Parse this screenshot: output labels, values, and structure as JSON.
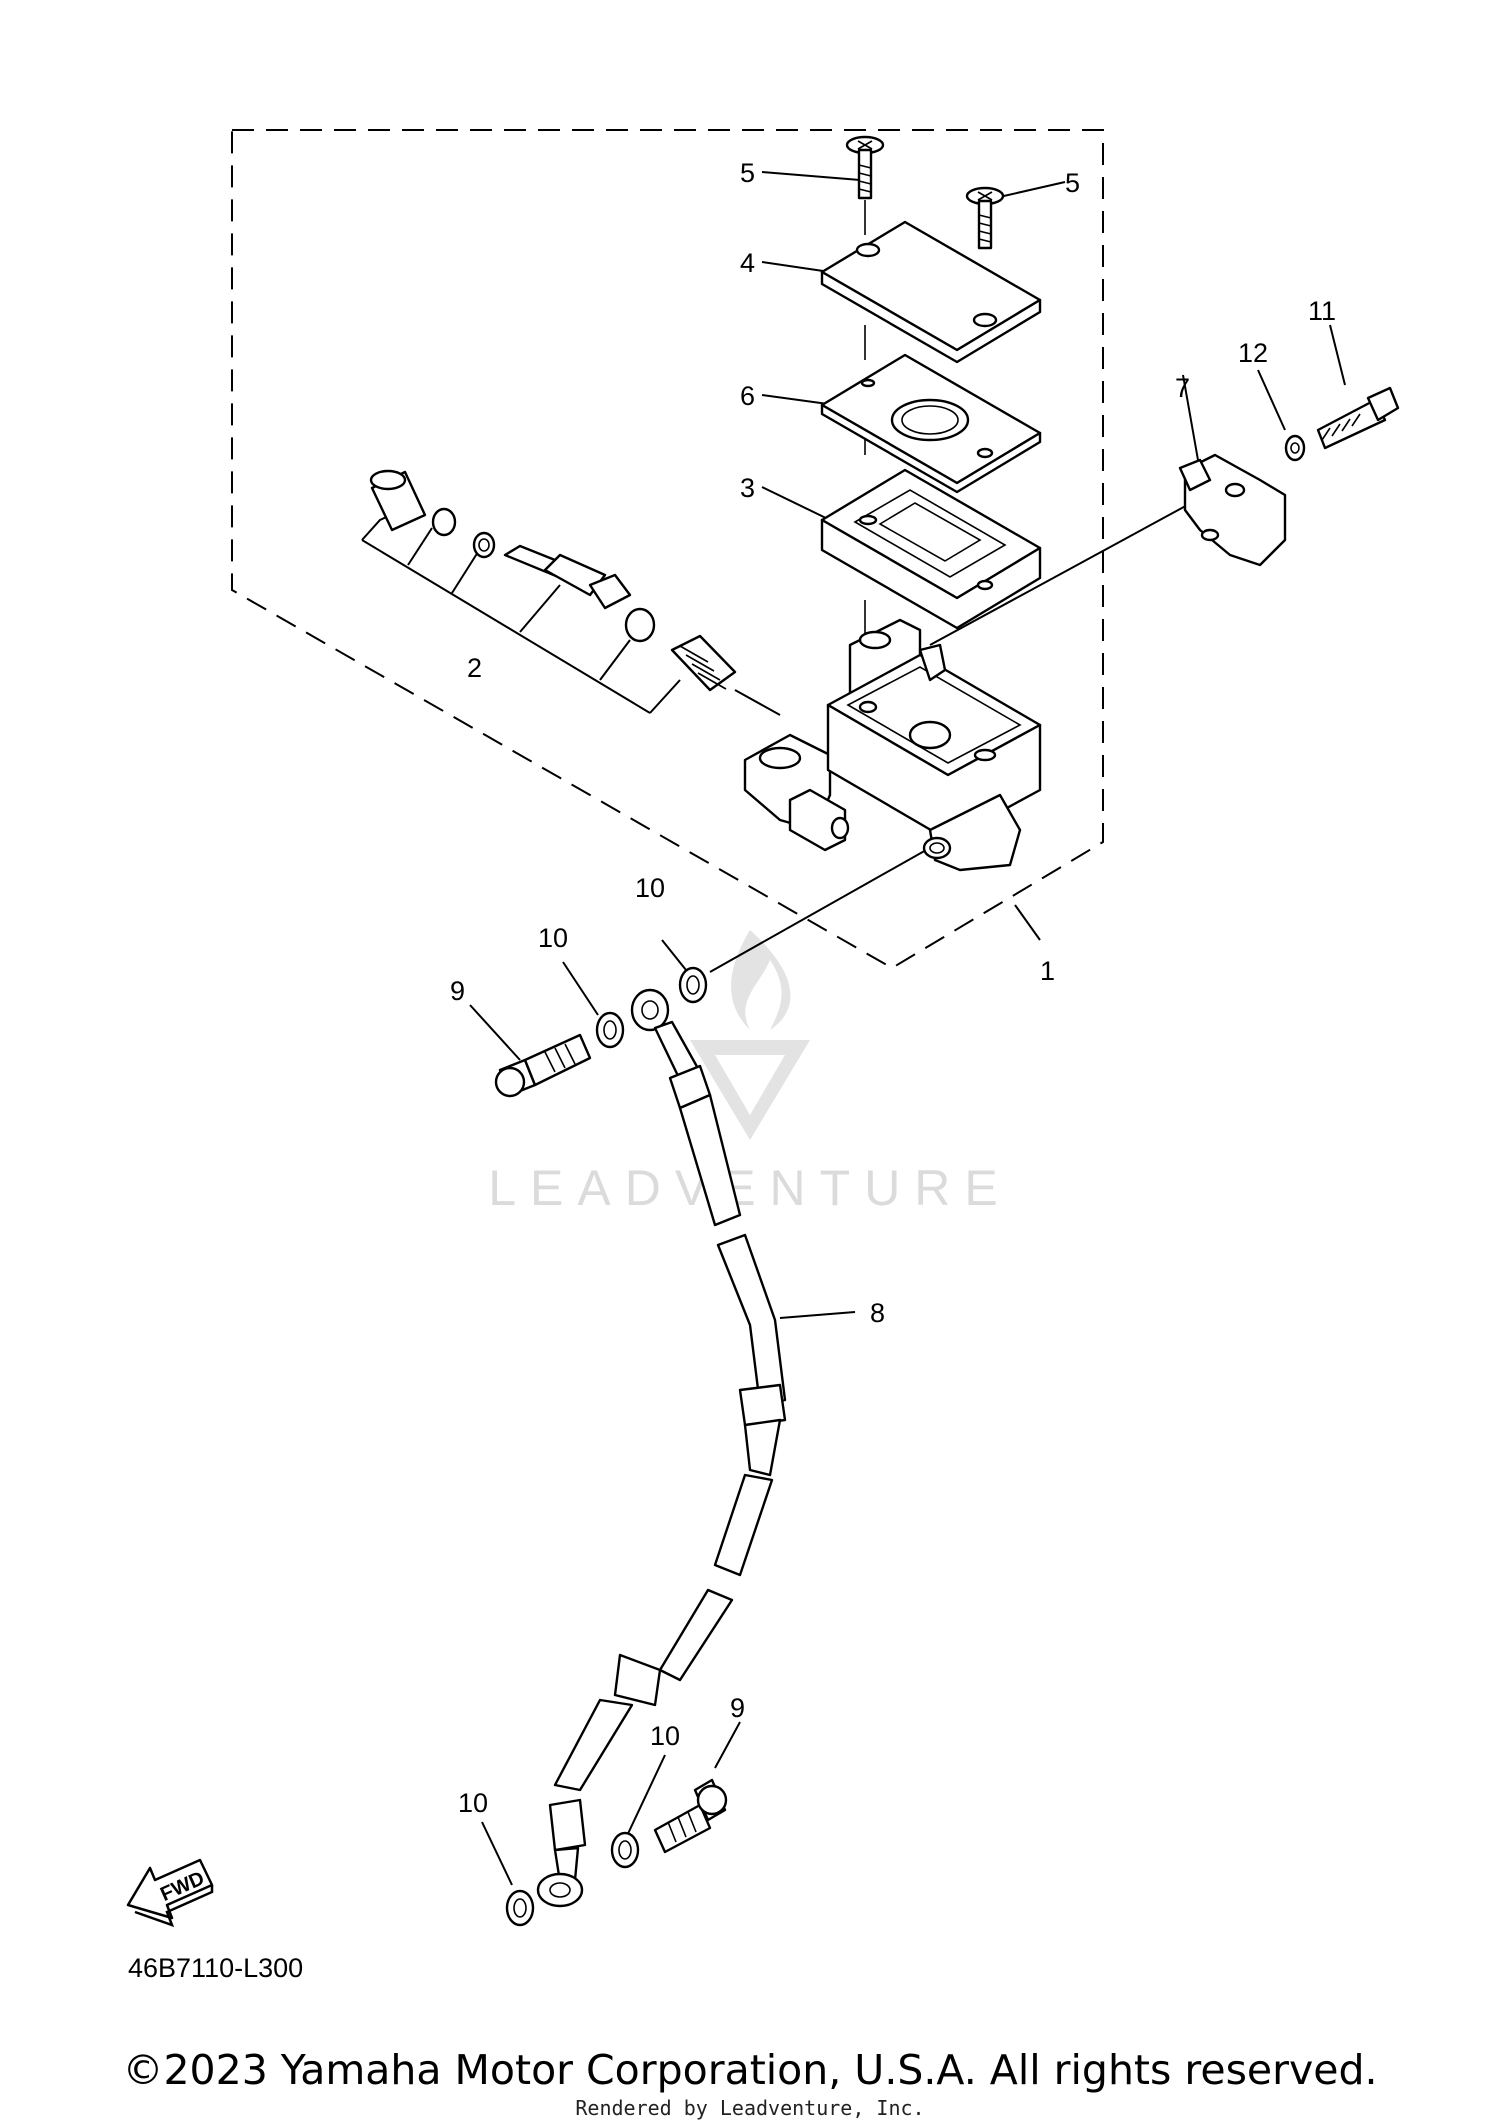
{
  "diagram": {
    "part_code": "46B7110-L300",
    "fwd_label": "FWD",
    "watermark": "LEADVENTURE",
    "callouts": [
      "1",
      "2",
      "3",
      "4",
      "5",
      "5",
      "6",
      "7",
      "8",
      "9",
      "9",
      "10",
      "10",
      "10",
      "10",
      "11",
      "12"
    ]
  },
  "footer": {
    "copyright": "©2023 Yamaha Motor Corporation, U.S.A. All rights reserved.",
    "rendered_by": "Rendered by Leadventure, Inc."
  }
}
